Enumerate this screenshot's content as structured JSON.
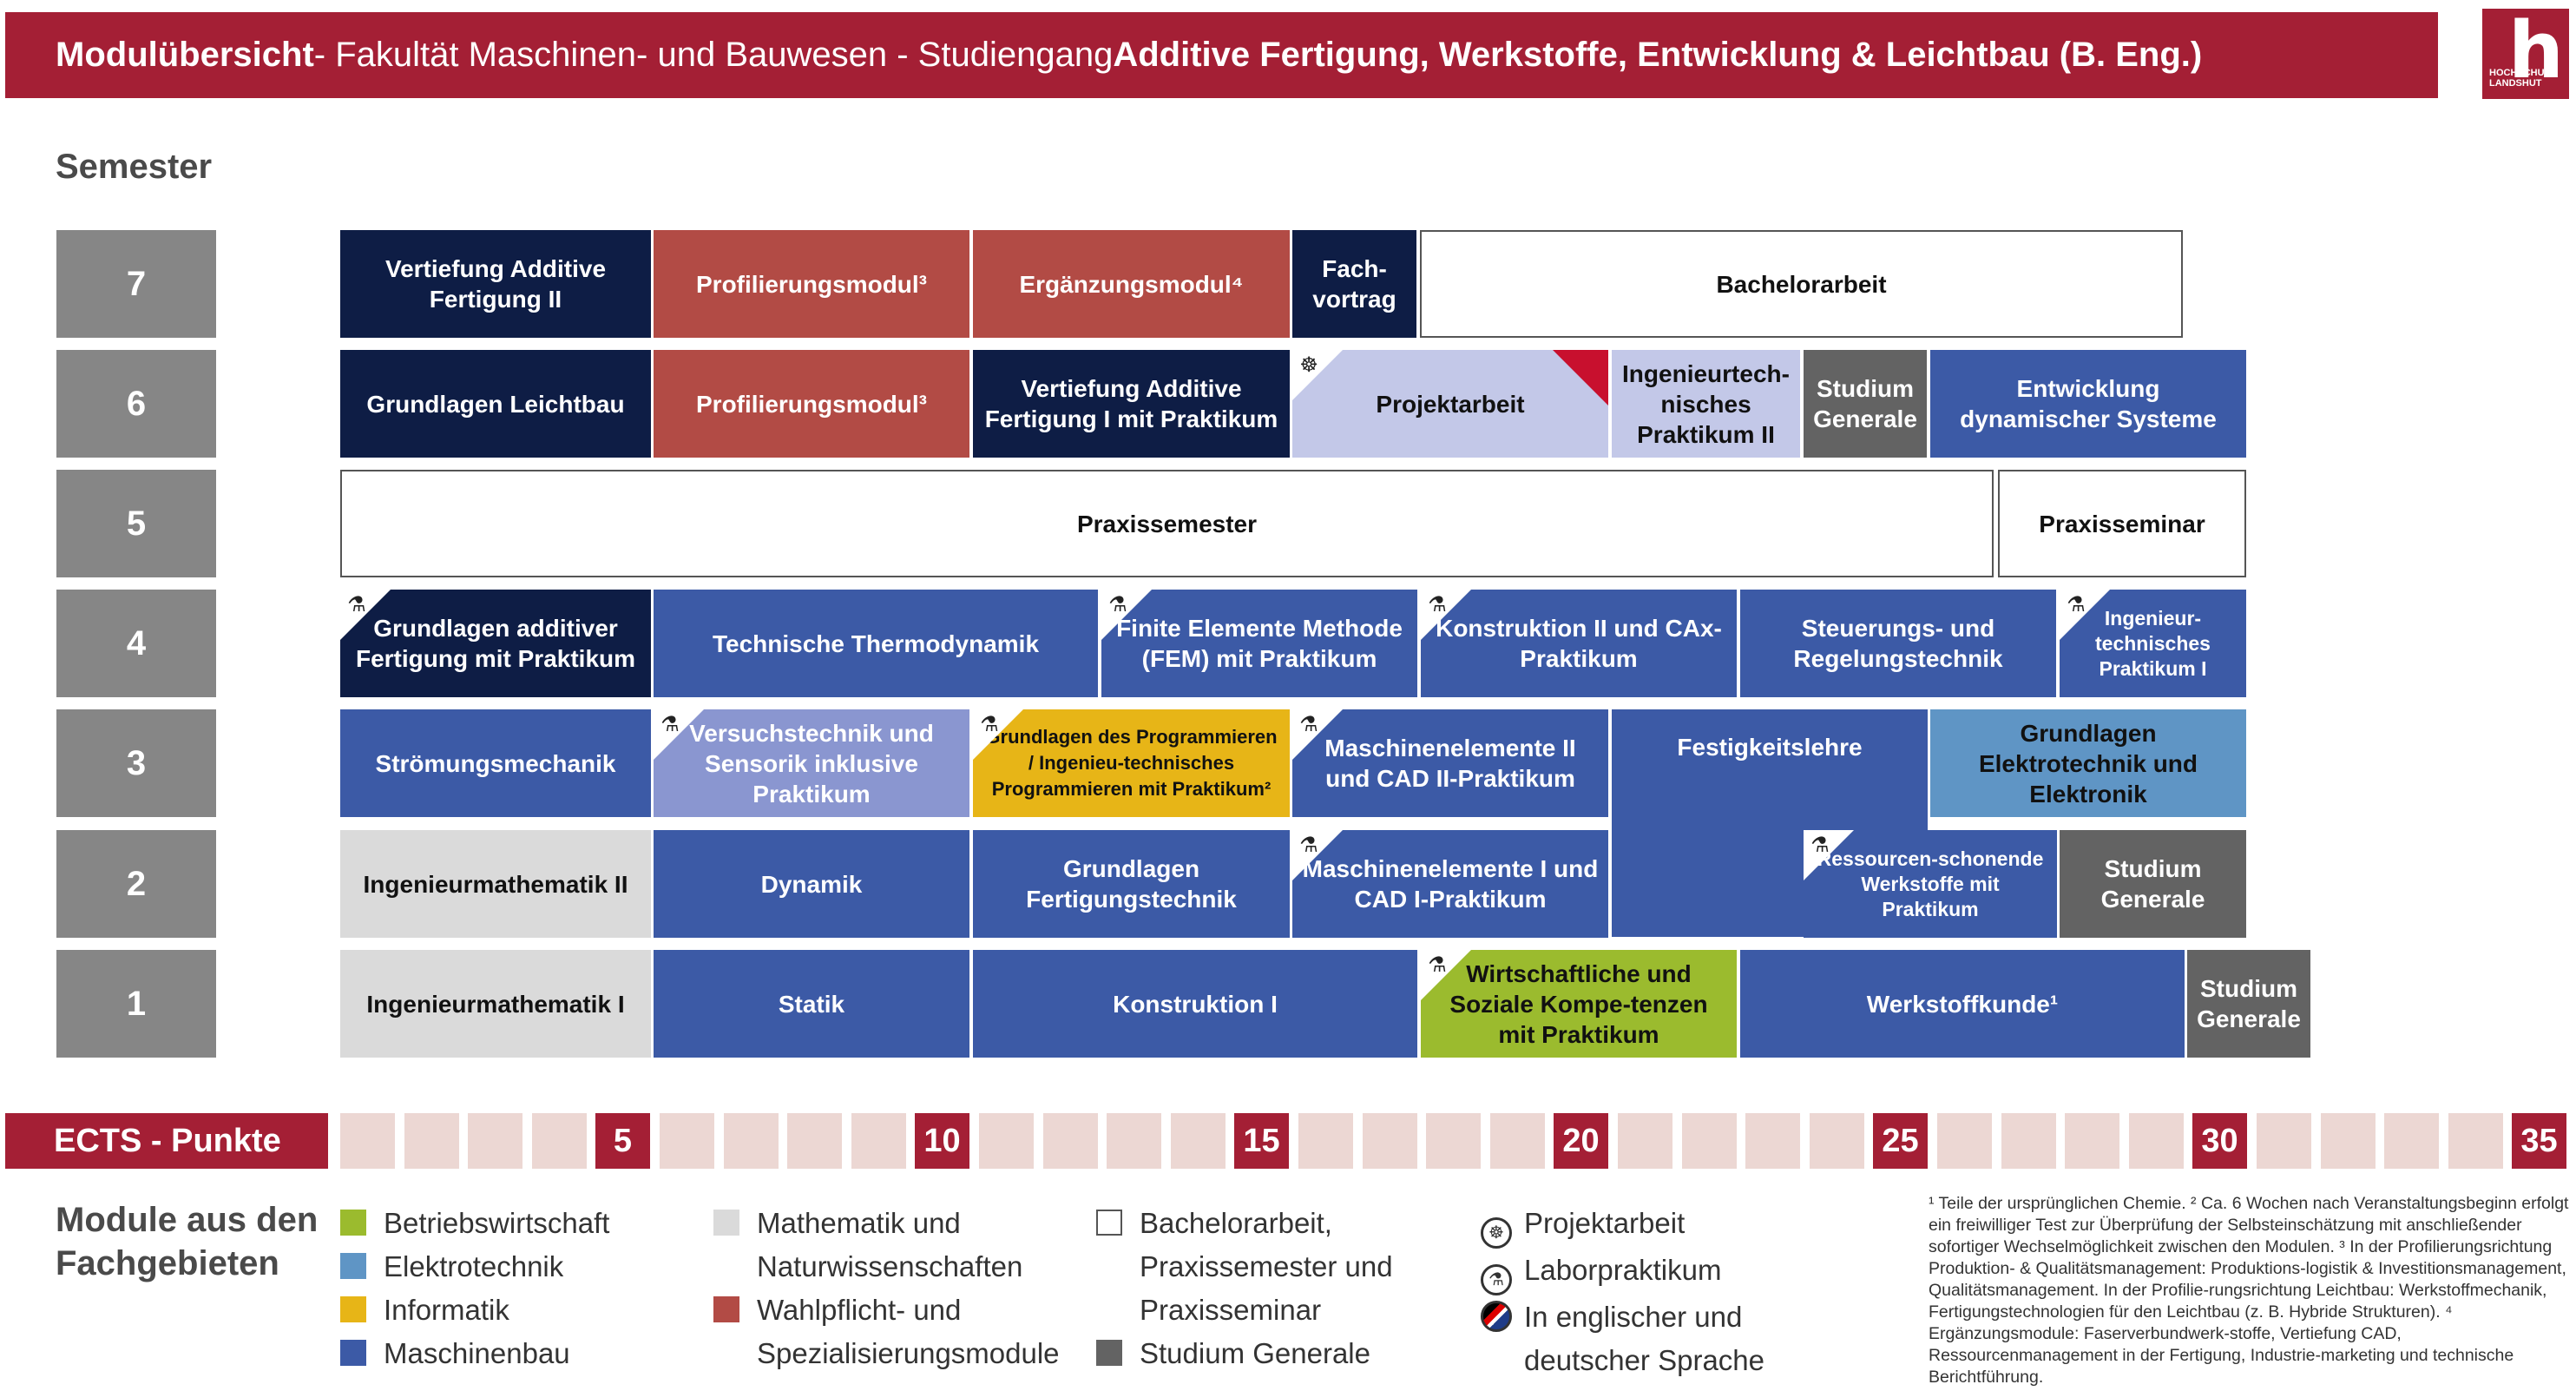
{
  "header": {
    "title_bold_start": "Modulübersicht",
    "title_normal": " - Fakultät Maschinen- und Bauwesen - Studiengang ",
    "title_bold_end": "Additive Fertigung, Werkstoffe, Entwicklung & Leichtbau (B. Eng.)"
  },
  "logo": {
    "letter": "h",
    "text_line1": "HOCHSCHULE",
    "text_line2": "LANDSHUT"
  },
  "colors": {
    "brand": "#a41f35",
    "maschinenbau": "#3c5aa6",
    "elektrotechnik": "#5f95c5",
    "informatik": "#e7b517",
    "betriebswirtschaft": "#9bbb2e",
    "wahlpflicht": "#b24b45",
    "mathe": "#dadada",
    "studium_generale": "#636363"
  },
  "semester": {
    "heading": "Semester",
    "s7": "7",
    "s6": "6",
    "s5": "5",
    "s4": "4",
    "s3": "3",
    "s2": "2",
    "s1": "1"
  },
  "modules": {
    "m7_1": "Vertiefung Additive Fertigung II",
    "m7_2": "Profilierungsmodul³",
    "m7_3": "Ergänzungsmodul⁴",
    "m7_4": "Fach-vortrag",
    "m7_5": "Bachelorarbeit",
    "m6_1": "Grundlagen Leichtbau",
    "m6_2": "Profilierungsmodul³",
    "m6_3": "Vertiefung Additive Fertigung I mit Praktikum",
    "m6_4": "Projektarbeit",
    "m6_5": "Ingenieurtech-nisches Praktikum II",
    "m6_6": "Studium Generale",
    "m6_7": "Entwicklung dynamischer Systeme",
    "m5_1": "Praxissemester",
    "m5_2": "Praxisseminar",
    "m4_1": "Grundlagen additiver Fertigung mit Praktikum",
    "m4_2": "Technische Thermodynamik",
    "m4_3": "Finite Elemente Methode (FEM) mit Praktikum",
    "m4_4": "Konstruktion II und CAx-Praktikum",
    "m4_5": "Steuerungs- und Regelungstechnik",
    "m4_6": "Ingenieur-technisches Praktikum I",
    "m3_1": "Strömungsmechanik",
    "m3_2": "Versuchstechnik und Sensorik inklusive Praktikum",
    "m3_3": "Grundlagen des Programmieren / Ingenieu-technisches Programmieren mit Praktikum²",
    "m3_4": "Maschinenelemente II und CAD II-Praktikum",
    "m3_5": "Festigkeitslehre",
    "m3_6": "Grundlagen Elektrotechnik und Elektronik",
    "m2_1": "Ingenieurmathematik II",
    "m2_2": "Dynamik",
    "m2_3": "Grundlagen Fertigungstechnik",
    "m2_4": "Maschinenelemente I und CAD I-Praktikum",
    "m2_5": "Ressourcen-schonende Werkstoffe mit Praktikum",
    "m2_6": "Studium Generale",
    "m1_1": "Ingenieurmathematik I",
    "m1_2": "Statik",
    "m1_3": "Konstruktion I",
    "m1_4": "Wirtschaftliche und Soziale Kompe-tenzen mit Praktikum",
    "m1_5": "Werkstoffkunde¹",
    "m1_6": "Studium Generale"
  },
  "ects": {
    "label": "ECTS - Punkte",
    "n5": "5",
    "n10": "10",
    "n15": "15",
    "n20": "20",
    "n25": "25",
    "n30": "30",
    "n35": "35"
  },
  "legend": {
    "title_line1": "Module aus den",
    "title_line2": "Fachgebieten",
    "betriebswirtschaft": "Betriebswirtschaft",
    "elektrotechnik": "Elektrotechnik",
    "informatik": "Informatik",
    "maschinenbau": "Maschinenbau",
    "mathe_l1": "Mathematik und",
    "mathe_l2": "Naturwissenschaften",
    "wahl_l1": "Wahlpflicht- und",
    "wahl_l2": "Spezialisierungsmodule",
    "bach_l1": "Bachelorarbeit,",
    "bach_l2": "Praxissemester und",
    "bach_l3": "Praxisseminar",
    "studium": "Studium Generale",
    "projekt": "Projektarbeit",
    "labor": "Laborpraktikum",
    "engl_l1": "In englischer und",
    "engl_l2": "deutscher Sprache"
  },
  "footnote": "¹ Teile der ursprünglichen Chemie. ² Ca. 6 Wochen nach Veranstaltungsbeginn erfolgt ein freiwilliger Test zur Überprüfung der Selbsteinschätzung mit anschließender sofortiger Wechselmöglichkeit zwischen den Modulen. ³ In der Profilierungsrichtung Produktion- & Qualitätsmanagement: Produktions-logistik & Investitionsmanagement, Qualitätsmanagement. In der Profilie-rungsrichtung Leichtbau: Werkstoffmechanik, Fertigungstechnologien für den Leichtbau (z. B. Hybride Strukturen). ⁴ Ergänzungsmodule: Faserverbundwerk-stoffe, Vertiefung CAD, Ressourcenmanagement in der Fertigung, Industrie-marketing und technische Berichtführung."
}
